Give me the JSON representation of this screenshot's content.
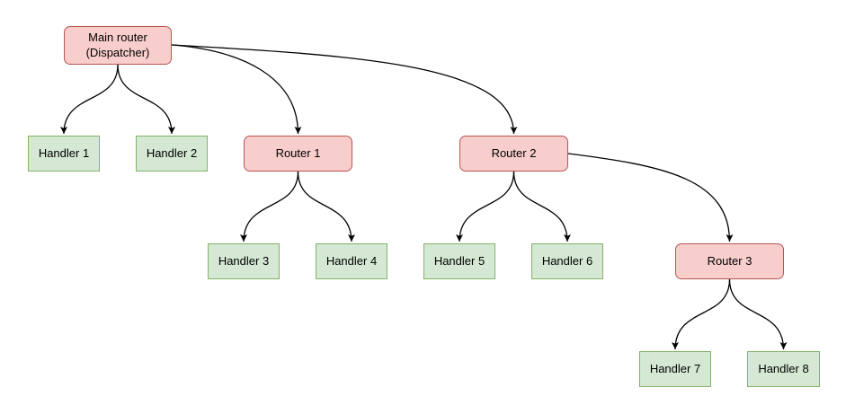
{
  "diagram": {
    "type": "flowchart-tree",
    "colors": {
      "router_fill": "#f8cecc",
      "router_border": "#b85450",
      "handler_fill": "#d5e8d4",
      "handler_border": "#82b366",
      "edge_stroke": "#000000",
      "background": "#ffffff"
    },
    "nodes": [
      {
        "id": "main-router",
        "type": "router",
        "label": "Main router\n(Dispatcher)"
      },
      {
        "id": "handler-1",
        "type": "handler",
        "label": "Handler 1"
      },
      {
        "id": "handler-2",
        "type": "handler",
        "label": "Handler 2"
      },
      {
        "id": "router-1",
        "type": "router",
        "label": "Router 1"
      },
      {
        "id": "router-2",
        "type": "router",
        "label": "Router 2"
      },
      {
        "id": "handler-3",
        "type": "handler",
        "label": "Handler 3"
      },
      {
        "id": "handler-4",
        "type": "handler",
        "label": "Handler 4"
      },
      {
        "id": "handler-5",
        "type": "handler",
        "label": "Handler 5"
      },
      {
        "id": "handler-6",
        "type": "handler",
        "label": "Handler 6"
      },
      {
        "id": "router-3",
        "type": "router",
        "label": "Router 3"
      },
      {
        "id": "handler-7",
        "type": "handler",
        "label": "Handler 7"
      },
      {
        "id": "handler-8",
        "type": "handler",
        "label": "Handler 8"
      }
    ],
    "edges": [
      {
        "from": "main-router",
        "to": "handler-1"
      },
      {
        "from": "main-router",
        "to": "handler-2"
      },
      {
        "from": "main-router",
        "to": "router-1"
      },
      {
        "from": "main-router",
        "to": "router-2"
      },
      {
        "from": "router-1",
        "to": "handler-3"
      },
      {
        "from": "router-1",
        "to": "handler-4"
      },
      {
        "from": "router-2",
        "to": "handler-5"
      },
      {
        "from": "router-2",
        "to": "handler-6"
      },
      {
        "from": "router-2",
        "to": "router-3"
      },
      {
        "from": "router-3",
        "to": "handler-7"
      },
      {
        "from": "router-3",
        "to": "handler-8"
      }
    ]
  }
}
